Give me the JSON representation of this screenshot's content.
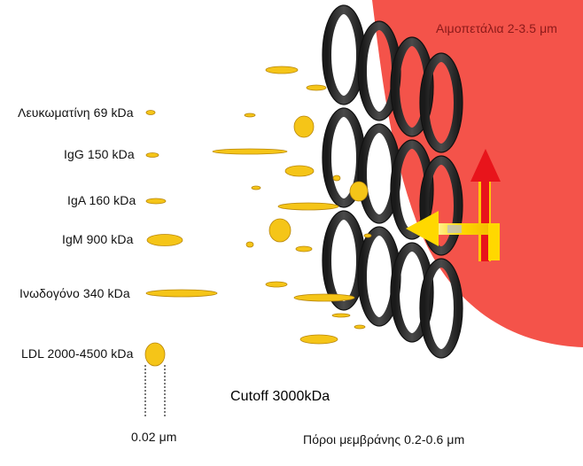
{
  "platelets": {
    "label": "Αιμοπετάλια  2-3.5 μm"
  },
  "proteins": [
    {
      "label": "Λευκωματίνη  69 kDa"
    },
    {
      "label": "IgG 150 kDa"
    },
    {
      "label": "IgA 160 kDa"
    },
    {
      "label": "IgM 900 kDa"
    },
    {
      "label": "Ινωδογόνο  340 kDa"
    },
    {
      "label": "LDL 2000-4500 kDa"
    }
  ],
  "scale": {
    "label": "0.02 μm"
  },
  "cutoff": {
    "label": "Cutoff 3000kDa"
  },
  "membrane": {
    "label": "Πόροι μεμβράνης  0.2-0.6 μm"
  },
  "colors": {
    "platelet_region": "#f4534a",
    "particle": "#f5c518",
    "particle_edge": "#b8860b",
    "ring": "#2b2b2b",
    "arrow_red": "#e8141b",
    "arrow_yellow": "#ffd800"
  }
}
